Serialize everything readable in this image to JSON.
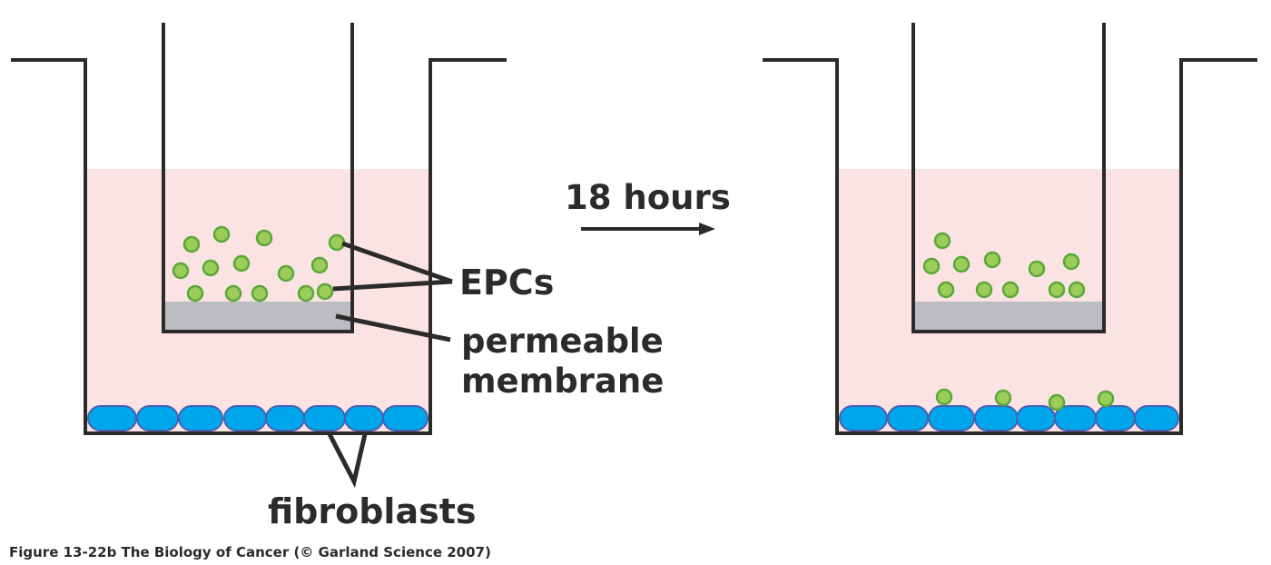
{
  "labels": {
    "epcs": "EPCs",
    "permeable": "permeable",
    "membrane": "membrane",
    "fibroblasts": "fibroblasts",
    "time": "18 hours"
  },
  "caption": "Figure 13-22b  The Biology of Cancer (© Garland Science 2007)",
  "colors": {
    "medium": "#fce3e3",
    "membrane": "#bcbdc0",
    "epc_fill": "#9ccc5a",
    "epc_stroke": "#5aa83a",
    "fibroblast_fill": "#00a6ec",
    "fibroblast_stroke": "#4a5fb0",
    "line": "#2b2b2b"
  }
}
